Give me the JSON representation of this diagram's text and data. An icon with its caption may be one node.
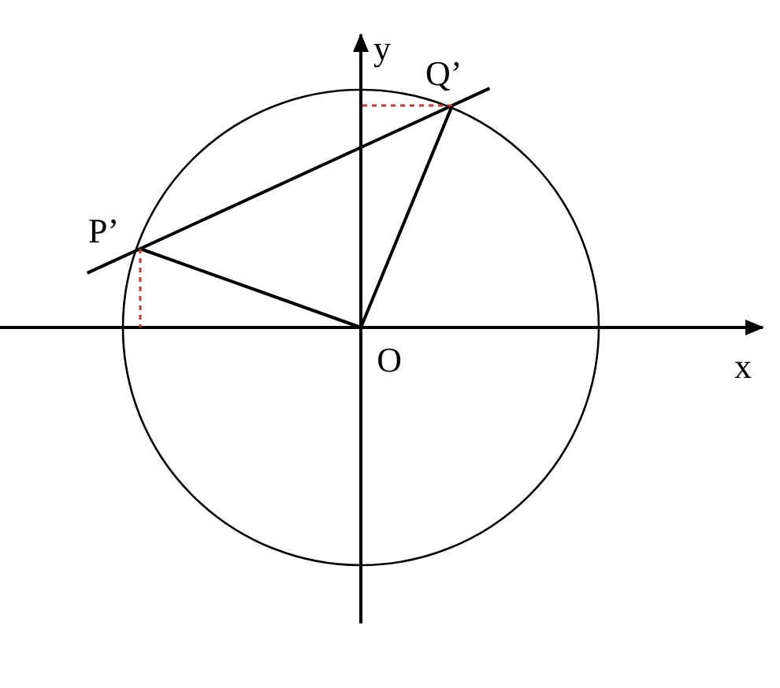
{
  "diagram": {
    "nodes": [
      {
        "text": [
          "P’"
        ]
      },
      {
        "text": [
          "Q’"
        ]
      },
      {
        "text": [
          "O"
        ]
      }
    ],
    "edges": [
      {
        "from": 0,
        "to": 1,
        "arrow": "none"
      },
      {
        "from": 2,
        "to": 0,
        "arrow": "none"
      },
      {
        "from": 2,
        "to": 1,
        "arrow": "none"
      },
      {
        "from": 0,
        "to": null,
        "arrow": "none",
        "style": "dashed",
        "color": "#c0392b"
      },
      {
        "from": 1,
        "to": null,
        "arrow": "none",
        "style": "dashed",
        "color": "#c0392b"
      }
    ],
    "labels": [
      "y",
      "x"
    ]
  }
}
